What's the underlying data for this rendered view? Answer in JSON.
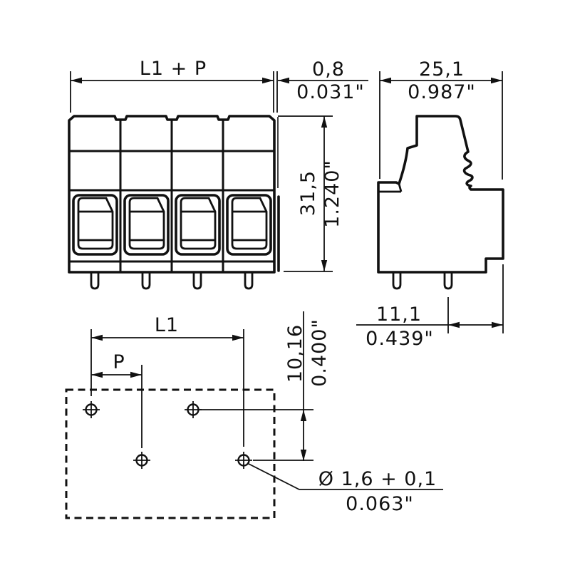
{
  "colors": {
    "line": "#111111",
    "background": "#ffffff"
  },
  "dimensions": {
    "total_width": {
      "metric": "L1 + P"
    },
    "front_offset": {
      "metric": "0,8",
      "imperial": "0.031\""
    },
    "depth": {
      "metric": "25,1",
      "imperial": "0.987\""
    },
    "height": {
      "metric": "31,5",
      "imperial": "1.240\""
    },
    "pin_to_back": {
      "metric": "11,1",
      "imperial": "0.439\""
    },
    "hole_span": {
      "metric": "L1"
    },
    "pitch": {
      "metric": "P"
    },
    "row_spacing": {
      "metric": "10,16",
      "imperial": "0.400\""
    },
    "hole_diameter": {
      "metric": "Ø 1,6 + 0,1",
      "imperial": "0.063\""
    }
  }
}
